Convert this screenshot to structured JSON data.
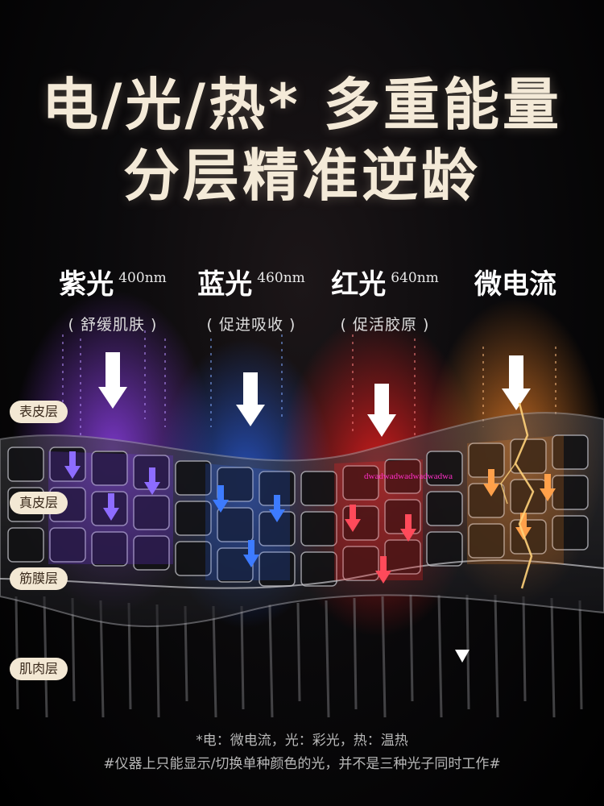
{
  "headline": {
    "line1": "电/光/热* 多重能量",
    "line2": "分层精准逆龄"
  },
  "lights": [
    {
      "name": "紫光",
      "wavelength": "400",
      "unit": "nm",
      "benefit": "( 舒缓肌肤 )",
      "color": "#8a3cff"
    },
    {
      "name": "蓝光",
      "wavelength": "460",
      "unit": "nm",
      "benefit": "( 促进吸收 )",
      "color": "#2d6bff"
    },
    {
      "name": "红光",
      "wavelength": "640",
      "unit": "nm",
      "benefit": "( 促活胶原 )",
      "color": "#ff2a2a"
    },
    {
      "name": "微电流",
      "wavelength": "",
      "unit": "",
      "benefit": "",
      "color": "#ff9a3a"
    }
  ],
  "layers": [
    "表皮层",
    "真皮层",
    "筋膜层",
    "肌肉层"
  ],
  "watermark": "dwadwadwadwadwadwa",
  "footnotes": {
    "line1": "*电：微电流，光：彩光，热：温热",
    "line2": "#仪器上只能显示/切换单种颜色的光，并不是三种光子同时工作#"
  }
}
